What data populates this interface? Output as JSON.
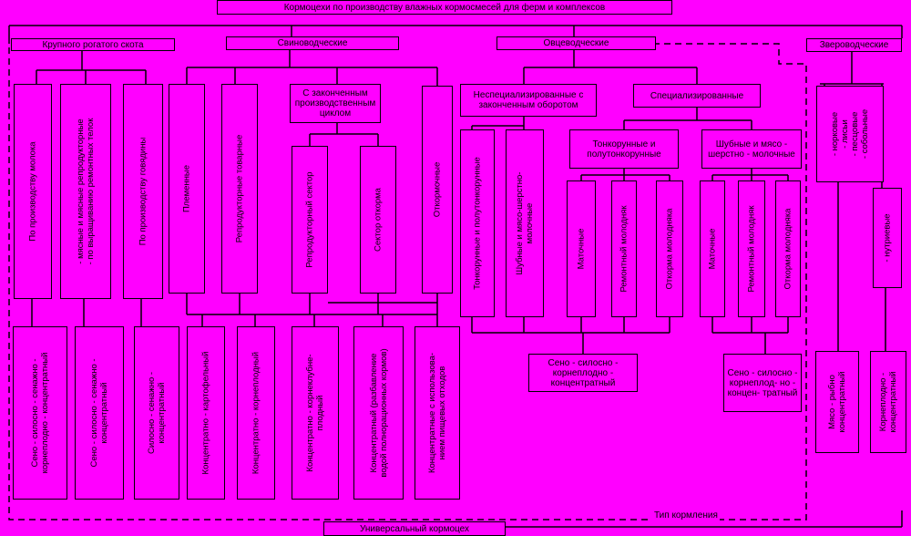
{
  "title": "Кормоцехи по производству влажных кормосмесей для ферм и комплексов",
  "bottom_title": "Универсальный кормоцех",
  "feeding_type_label": "Тип кормления",
  "branches": {
    "cattle": "Крупного рогатого скота",
    "pig": "Свиноводческие",
    "sheep": "Овцеводческие",
    "fur": "Звероводческие"
  },
  "cattle": {
    "directions": [
      "По производству молока",
      "- мясные и мясные репродукторные\n- по выращиванию ремонтных телок",
      "По производству говядины"
    ],
    "feeds": [
      "Сено - силосно - сенажно -\nкорнеплодно - концентратный",
      "Сено - силосно - сенажно -\nконцентратный",
      "Силосно - сенажно -\nконцентратный"
    ]
  },
  "pig": {
    "directions": [
      "Племенные",
      "Репродукторные товарные"
    ],
    "closed_cycle": "С законченным производственным циклом",
    "sectors": [
      "Репродукторный сектор",
      "Сектор откорма"
    ],
    "fattening": "Откормочные",
    "feeds": [
      "Концентратно - картофельный",
      "Концентратно - корнеплодный",
      "Концентратно - корнеклубне-\nплодный",
      "Концентратный (разбавление\nводой полнорационных кормов)",
      "Концентратные с использова-\nнием пищевых отходов"
    ]
  },
  "sheep": {
    "nonspecial": "Неспециализированные с законченным оборотом",
    "special": "Специализированные",
    "nonspecial_items": [
      "Тонкорунные и полутонкорунные",
      "Шубные и мясо-шерстно-\nмолочные"
    ],
    "fine_wool": "Тонкорунные и полутонкорунные",
    "fur_meat": "Шубные и мясо - шерстно - молочные",
    "fine_items": [
      "Маточные",
      "Ремонтный молодняк",
      "Откорма молодняка"
    ],
    "fur_items": [
      "Маточные",
      "Ремонтный молодняк",
      "Откорма молодняка"
    ],
    "feed_main": "Сено - силосно - корнеплодно - концентратный",
    "feed_right": "Сено - силосно - корнеплод- но - концен- тратный"
  },
  "fur": {
    "animals_a": "- норковые\n- лисьи\n- песцовые\n- собольные",
    "animals_b": "- нутриевые",
    "feed_a": "Мясо - рыбно\nконцентратный",
    "feed_b": "Корнеплодно -\nконцентратный"
  }
}
